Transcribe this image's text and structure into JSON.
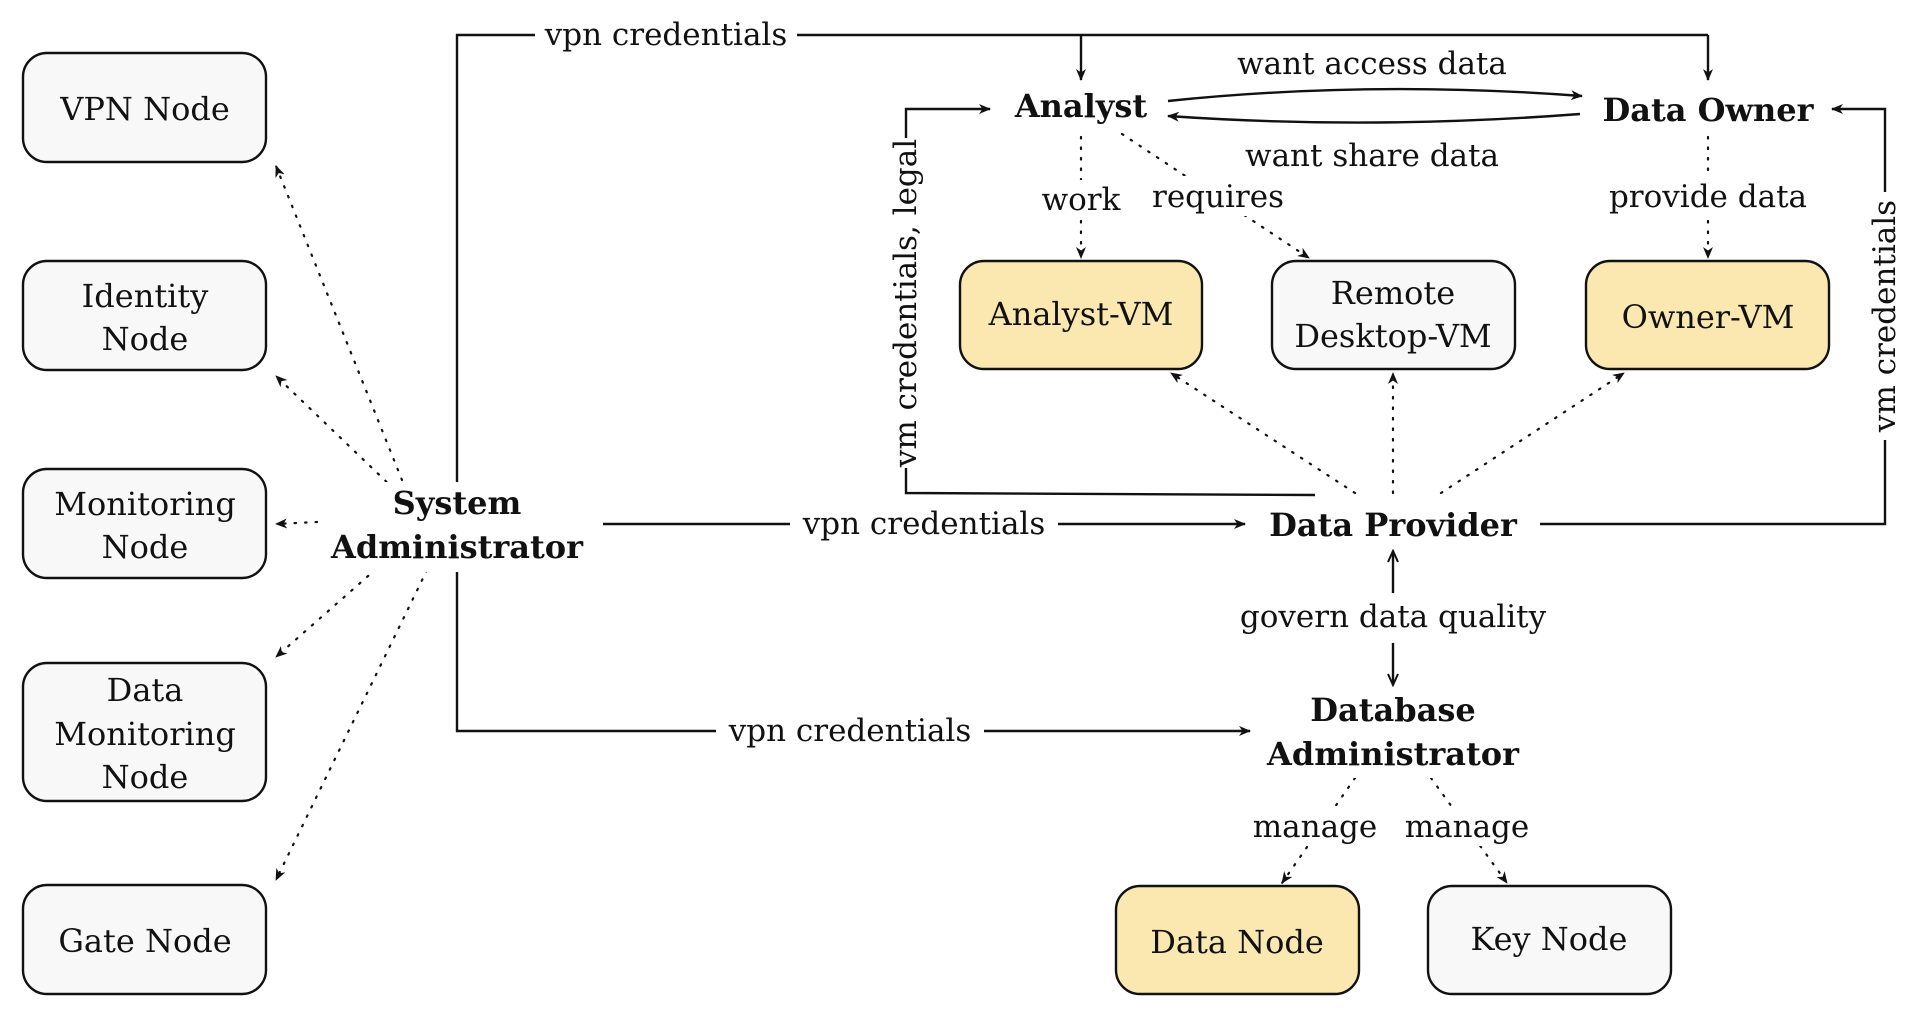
{
  "colors": {
    "highlight_fill": "#fbe8b0",
    "plain_fill": "#f8f8f8",
    "ink": "#111111"
  },
  "nodes": {
    "vpn_node": "VPN Node",
    "identity_node": [
      "Identity",
      "Node"
    ],
    "monitoring_node": [
      "Monitoring",
      "Node"
    ],
    "data_monitoring_node": [
      "Data",
      "Monitoring",
      "Node"
    ],
    "gate_node": "Gate Node",
    "analyst_vm": "Analyst-VM",
    "remote_desktop_vm": [
      "Remote",
      "Desktop-VM"
    ],
    "owner_vm": "Owner-VM",
    "data_node": "Data Node",
    "key_node": "Key Node"
  },
  "actors": {
    "system_administrator": [
      "System",
      "Administrator"
    ],
    "analyst": "Analyst",
    "data_owner": "Data Owner",
    "data_provider": "Data Provider",
    "database_administrator": [
      "Database",
      "Administrator"
    ]
  },
  "edge_labels": {
    "vpn_credentials_top": "vpn credentials",
    "vpn_credentials_mid": "vpn credentials",
    "vpn_credentials_bottom": "vpn credentials",
    "want_access_data": "want access data",
    "want_share_data": "want share data",
    "work": "work",
    "requires": "requires",
    "provide_data": "provide data",
    "vm_credentials_legal": "vm credentials, legal",
    "vm_credentials": "vm credentials",
    "govern_data_quality": "govern data quality",
    "manage_data": "manage",
    "manage_key": "manage"
  }
}
